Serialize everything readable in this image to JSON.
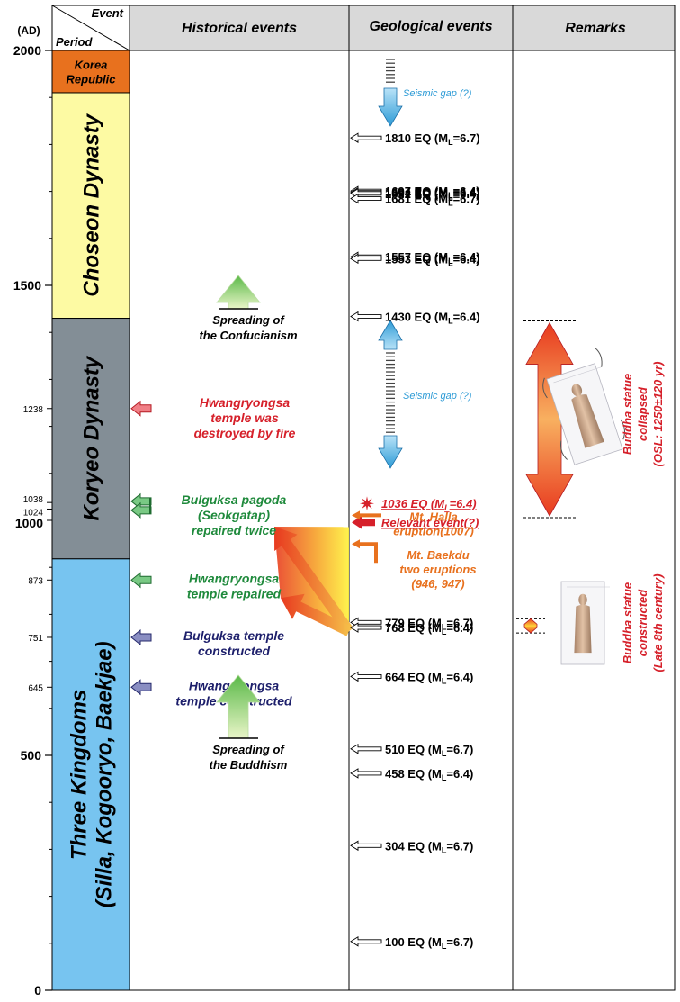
{
  "header": {
    "unit": "(AD)",
    "corner_event": "Event",
    "corner_period": "Period",
    "col_historical": "Historical events",
    "col_geological": "Geological events",
    "col_remarks": "Remarks"
  },
  "axis": {
    "min": 0,
    "max": 2000,
    "major_ticks": [
      {
        "year": 0,
        "label": "0"
      },
      {
        "year": 500,
        "label": "500"
      },
      {
        "year": 1500,
        "label": "1500"
      },
      {
        "year": 2000,
        "label": "2000"
      }
    ],
    "minor_tick_years": [
      100,
      200,
      300,
      400,
      600,
      700,
      800,
      900,
      1000,
      1100,
      1200,
      1300,
      1400,
      1600,
      1700,
      1800,
      1900
    ],
    "event_ticks": [
      {
        "year": 645,
        "label": "645"
      },
      {
        "year": 751,
        "label": "751"
      },
      {
        "year": 873,
        "label": "873"
      },
      {
        "year": 1000,
        "label": "1000"
      },
      {
        "year": 1024,
        "label": "1024"
      },
      {
        "year": 1038,
        "label": "1038"
      },
      {
        "year": 1238,
        "label": "1238"
      }
    ]
  },
  "periods": [
    {
      "lines": [
        "Korea",
        "Republic"
      ],
      "start": 1910,
      "end": 2000,
      "color": "#e8711e",
      "text_color": "#000000"
    },
    {
      "lines": [
        "Choseon Dynasty"
      ],
      "start": 1430,
      "end": 1910,
      "color": "#fdfaa3",
      "text_color": "#000000"
    },
    {
      "lines": [
        "Koryeo Dynasty"
      ],
      "start": 918,
      "end": 1430,
      "color": "#838e96",
      "text_color": "#000000"
    },
    {
      "lines": [
        "Three Kingdoms",
        "(Silla, Kogooryo, Baekjae)"
      ],
      "start": 0,
      "end": 918,
      "color": "#77c4f0",
      "text_color": "#000000"
    }
  ],
  "historical_events": [
    {
      "year": 1238,
      "lines": [
        "Hwangryongsa",
        "temple was",
        "destroyed by fire"
      ],
      "color": "#d6202a",
      "arrow": "red"
    },
    {
      "year": 1031,
      "lines": [
        "Bulguksa pagoda",
        "(Seokgatap)",
        "repaired twice"
      ],
      "color": "#1f8a3c",
      "arrow": "green-double"
    },
    {
      "year": 873,
      "lines": [
        "Hwangryongsa",
        "temple repaired"
      ],
      "color": "#1f8a3c",
      "arrow": "green"
    },
    {
      "year": 751,
      "lines": [
        "Bulguksa temple",
        "constructed"
      ],
      "color": "#1d1f6b",
      "arrow": "purple"
    },
    {
      "year": 645,
      "lines": [
        "Hwangryongsa",
        "temple constructed"
      ],
      "color": "#1d1f6b",
      "arrow": "purple"
    }
  ],
  "spreading": [
    {
      "lines": [
        "Spreading of",
        "the Confucianism"
      ]
    },
    {
      "lines": [
        "Spreading of",
        "the Buddhism"
      ]
    }
  ],
  "earthquakes": [
    {
      "year": 1810,
      "label": "1810 EQ",
      "ml": "6.7"
    },
    {
      "year": 1697,
      "label": "1697 EQ",
      "ml": "6.4"
    },
    {
      "year": 1694,
      "label": "1694 EQ",
      "ml": "6.4"
    },
    {
      "year": 1692,
      "label": "1692 EQ",
      "ml": "6.4"
    },
    {
      "year": 1681,
      "label": "1681 EQ",
      "ml": "6.7"
    },
    {
      "year": 1557,
      "label": "1557 EQ",
      "ml": "6.4"
    },
    {
      "year": 1553,
      "label": "1553 EQ",
      "ml": "6.4"
    },
    {
      "year": 1430,
      "label": "1430 EQ",
      "ml": "6.4"
    },
    {
      "year": 779,
      "label": "779 EQ",
      "ml": "6.7"
    },
    {
      "year": 768,
      "label": "768 EQ",
      "ml": "6.4"
    },
    {
      "year": 664,
      "label": "664 EQ",
      "ml": "6.4"
    },
    {
      "year": 510,
      "label": "510 EQ",
      "ml": "6.7"
    },
    {
      "year": 458,
      "label": "458 EQ",
      "ml": "6.4"
    },
    {
      "year": 304,
      "label": "304 EQ",
      "ml": "6.7"
    },
    {
      "year": 100,
      "label": "100 EQ",
      "ml": "6.7"
    }
  ],
  "ml_prefix": "(M",
  "ml_sub": "L",
  "ml_suffix": ")",
  "key_quake": {
    "year": 1036,
    "label": "1036 EQ (M",
    "sub": "L",
    "suffix": "=6.4)",
    "relevant": "Relevant event(?)",
    "color": "#d6202a"
  },
  "seismic_gaps": [
    {
      "label": "Seismic gap (?)",
      "color": "#2d9bd6"
    },
    {
      "label": "Seismic gap (?)",
      "color": "#2d9bd6"
    }
  ],
  "eruptions": [
    {
      "lines": [
        "Mt. Halla",
        "eruption(1007)"
      ],
      "color": "#e8711e"
    },
    {
      "lines": [
        "Mt. Baekdu",
        "two eruptions",
        "(946, 947)"
      ],
      "color": "#e8711e"
    }
  ],
  "remarks": [
    {
      "lines": [
        "Buddha statue",
        "collapsed",
        "(OSL: 1250±120 yr)"
      ],
      "color": "#d6202a"
    },
    {
      "lines": [
        "Buddha statue",
        "constructed",
        "(Late 8th century)"
      ],
      "color": "#d6202a"
    }
  ]
}
